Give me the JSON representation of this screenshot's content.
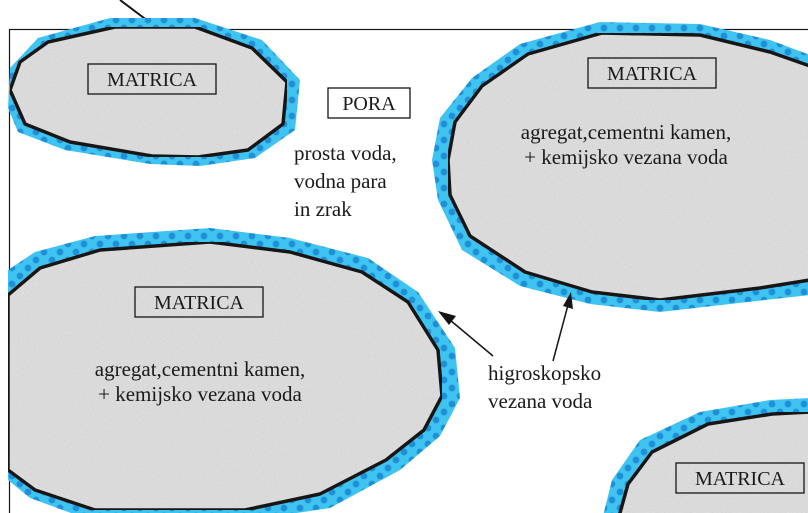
{
  "colors": {
    "water": "#3fc3f0",
    "dots": "#1f8fd8",
    "matrix": "#e3e3e3",
    "outline": "#151515"
  },
  "regions": {
    "top_left": {
      "label": "MATRICA"
    },
    "top_right": {
      "label": "MATRICA",
      "desc_line1": "agregat,cementni kamen,",
      "desc_line2": "+ kemijsko vezana voda"
    },
    "middle_left": {
      "label": "MATRICA",
      "desc_line1": "agregat,cementni kamen,",
      "desc_line2": "+ kemijsko vezana voda"
    },
    "bottom_right": {
      "label": "MATRICA"
    }
  },
  "pore": {
    "label": "PORA",
    "line1": "prosta voda,",
    "line2": "vodna para",
    "line3": "in zrak"
  },
  "hygroscopic": {
    "line1": "higroskopsko",
    "line2": "vezana voda"
  }
}
